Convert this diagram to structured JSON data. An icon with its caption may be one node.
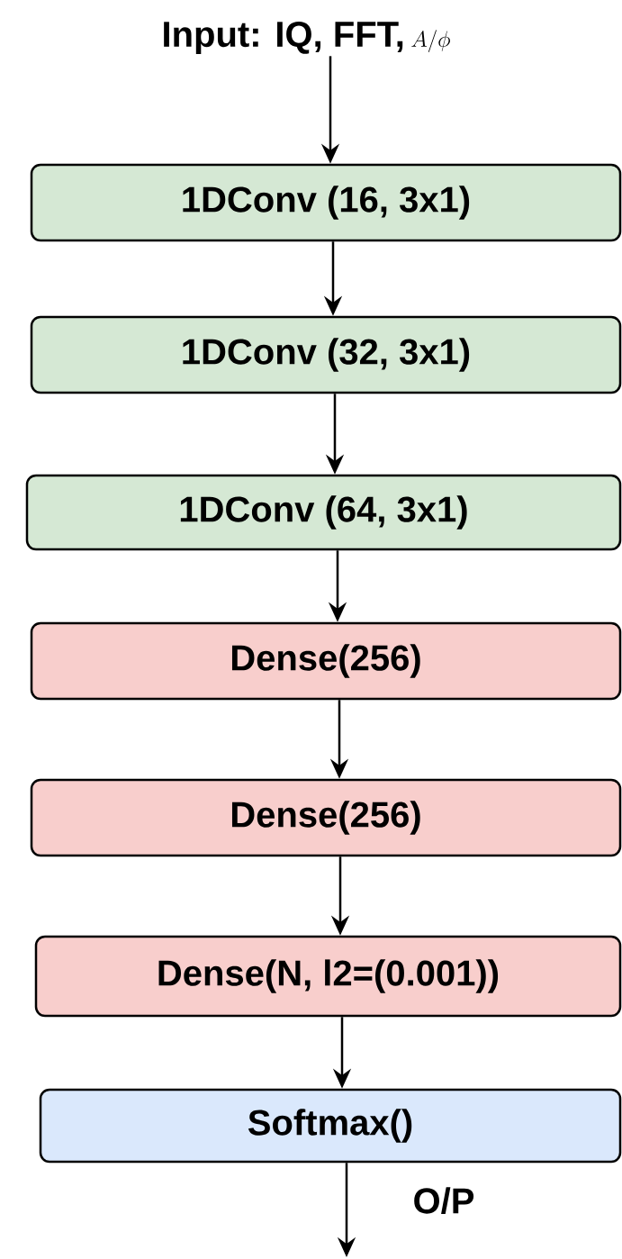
{
  "diagram": {
    "nodes": [
      {
        "text": [
          "Input: IQ, FFT,",
          "A/\\phi"
        ]
      },
      {
        "text": [
          "1DConv (16, 3x1)"
        ]
      },
      {
        "text": [
          "1DConv (32, 3x1)"
        ]
      },
      {
        "text": [
          "1DConv (64, 3x1)"
        ]
      },
      {
        "text": [
          "Dense(256)"
        ]
      },
      {
        "text": [
          "Dense(256)"
        ]
      },
      {
        "text": [
          "Dense(N, l2=(0.001))"
        ]
      },
      {
        "text": [
          "Softmax()"
        ]
      }
    ],
    "edges": [
      {
        "from": 0,
        "to": 1,
        "arrow": "to"
      },
      {
        "from": 1,
        "to": 2,
        "arrow": "to"
      },
      {
        "from": 2,
        "to": 3,
        "arrow": "to"
      },
      {
        "from": 3,
        "to": 4,
        "arrow": "to"
      },
      {
        "from": 4,
        "to": 5,
        "arrow": "to"
      },
      {
        "from": 5,
        "to": 6,
        "arrow": "to"
      },
      {
        "from": 6,
        "to": 7,
        "arrow": "to"
      },
      {
        "from": 7,
        "to": null,
        "arrow": "to",
        "label": "O/P"
      }
    ]
  }
}
